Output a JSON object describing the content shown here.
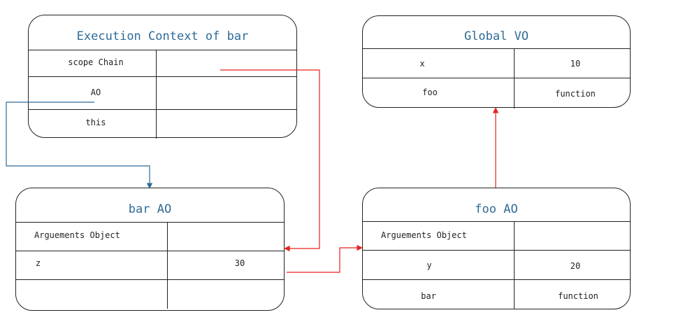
{
  "colors": {
    "title": "#2e6b96",
    "border": "#222222",
    "red_arrow": "#e8201e",
    "blue_arrow": "#2e6b96"
  },
  "ec_bar": {
    "title": "Execution Context of bar",
    "rows": [
      {
        "label": "scope Chain",
        "value": ""
      },
      {
        "label": "AO",
        "value": ""
      },
      {
        "label": "this",
        "value": ""
      }
    ]
  },
  "global_vo": {
    "title": "Global VO",
    "rows": [
      {
        "label": "x",
        "value": "10"
      },
      {
        "label": "foo",
        "value": "function"
      }
    ]
  },
  "bar_ao": {
    "title": "bar AO",
    "rows": [
      {
        "label": "Arguements Object",
        "value": ""
      },
      {
        "label": "z",
        "value": "30"
      },
      {
        "label": "",
        "value": ""
      }
    ]
  },
  "foo_ao": {
    "title": "foo AO",
    "rows": [
      {
        "label": "Arguements Object",
        "value": ""
      },
      {
        "label": "y",
        "value": "20"
      },
      {
        "label": "bar",
        "value": "function"
      }
    ]
  }
}
